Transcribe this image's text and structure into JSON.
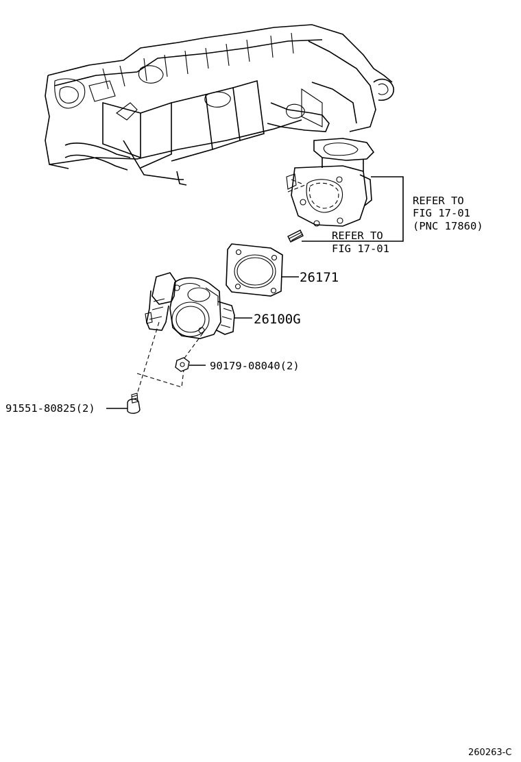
{
  "parts": {
    "gasket": "26171",
    "throttle_body": "26100G",
    "nut": "90179-08040(2)",
    "bolt": "91551-80825(2)"
  },
  "refs": {
    "upper": {
      "line1": "REFER TO",
      "line2": "FIG 17-01",
      "line3": "(PNC 17860)"
    },
    "lower": {
      "line1": "REFER TO",
      "line2": "FIG 17-01"
    }
  },
  "drawing_id": "260263-C"
}
